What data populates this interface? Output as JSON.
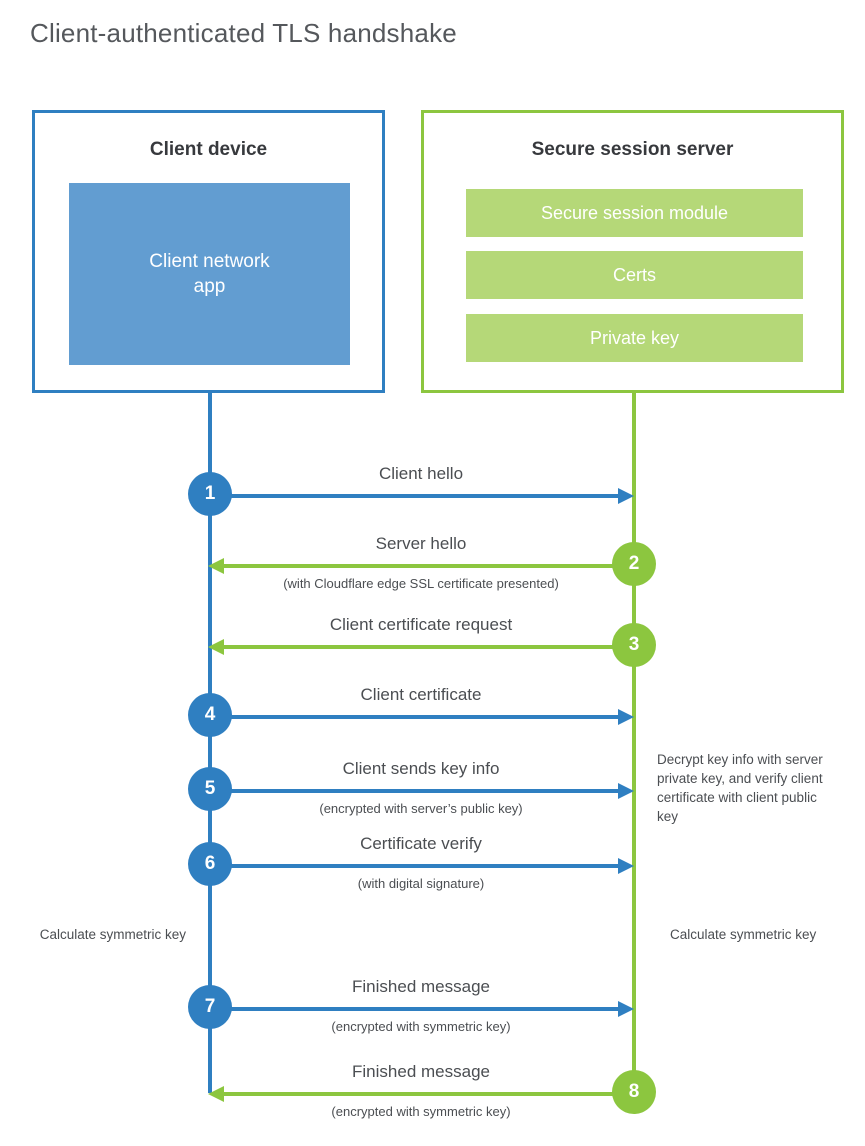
{
  "title": "Client-authenticated TLS handshake",
  "colors": {
    "client_blue": "#2f7fc1",
    "client_app_blue": "#629dd1",
    "server_green": "#8cc63f",
    "server_bar_green": "#b5d878",
    "text_gray": "#4b4e52",
    "title_gray": "#55585c"
  },
  "client": {
    "title": "Client device",
    "app_label": "Client network\napp",
    "app_label_line1": "Client network",
    "app_label_line2": "app"
  },
  "server": {
    "title": "Secure session server",
    "bars": [
      {
        "label": "Secure session module"
      },
      {
        "label": "Certs"
      },
      {
        "label": "Private key"
      }
    ]
  },
  "steps": [
    {
      "number": "1",
      "label": "Client hello",
      "sublabel": "",
      "direction": "client-to-server",
      "color": "blue"
    },
    {
      "number": "2",
      "label": "Server hello",
      "sublabel": "(with Cloudflare edge SSL certificate presented)",
      "direction": "server-to-client",
      "color": "green"
    },
    {
      "number": "3",
      "label": "Client certificate request",
      "sublabel": "",
      "direction": "server-to-client",
      "color": "green"
    },
    {
      "number": "4",
      "label": "Client certificate",
      "sublabel": "",
      "direction": "client-to-server",
      "color": "blue"
    },
    {
      "number": "5",
      "label": "Client sends key info",
      "sublabel": "(encrypted with server’s public key)",
      "direction": "client-to-server",
      "color": "blue"
    },
    {
      "number": "6",
      "label": "Certificate verify",
      "sublabel": "(with digital signature)",
      "direction": "client-to-server",
      "color": "blue"
    },
    {
      "number": "7",
      "label": "Finished message",
      "sublabel": "(encrypted with symmetric key)",
      "direction": "client-to-server",
      "color": "blue"
    },
    {
      "number": "8",
      "label": "Finished message",
      "sublabel": "(encrypted with symmetric key)",
      "direction": "server-to-client",
      "color": "green"
    }
  ],
  "notes": {
    "decrypt": "Decrypt key info with server private key, and verify client certificate with client public key",
    "calculate_client": "Calculate symmetric key",
    "calculate_server": "Calculate symmetric key"
  }
}
